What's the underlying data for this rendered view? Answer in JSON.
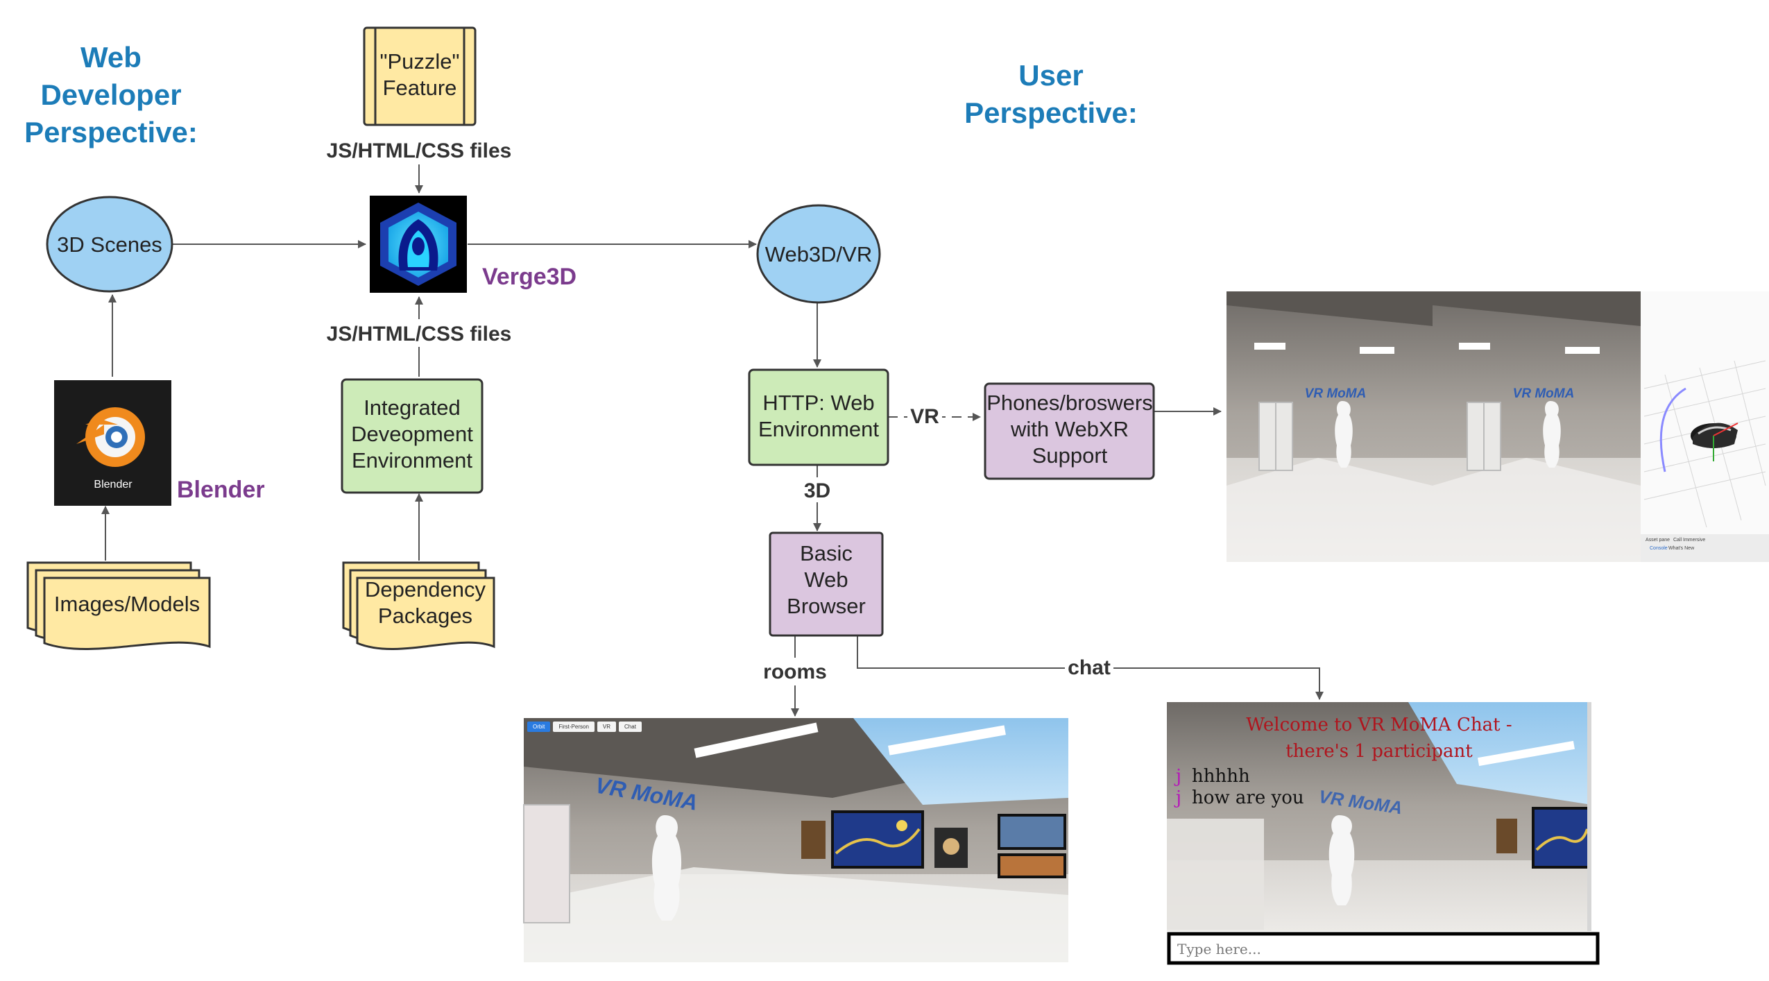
{
  "headings": {
    "web_developer": [
      "Web",
      "Developer",
      "Perspective:"
    ],
    "user": [
      "User",
      "Perspective:"
    ]
  },
  "nodes": {
    "puzzle": [
      "\"Puzzle\"",
      "Feature"
    ],
    "scenes": "3D Scenes",
    "verge3d": "Verge3D",
    "web3d": "Web3D/VR",
    "blender_logo": "Blender",
    "blender": "Blender",
    "ide": [
      "Integrated",
      "Deveopment",
      "Environment"
    ],
    "http": [
      "HTTP: Web",
      "Environment"
    ],
    "phones": [
      "Phones/broswers",
      "with WebXR",
      "Support"
    ],
    "images": "Images/Models",
    "dependency": [
      "Dependency",
      "Packages"
    ],
    "browser": [
      "Basic",
      "Web",
      "Browser"
    ]
  },
  "edge_labels": {
    "js_top": "JS/HTML/CSS files",
    "js_bottom": "JS/HTML/CSS files",
    "vr": "VR",
    "three_d": "3D",
    "rooms": "rooms",
    "chat": "chat"
  },
  "screens": {
    "vr_sign": "VR MoMA",
    "tabs": [
      "Orbit",
      "First-Person",
      "VR",
      "Chat"
    ],
    "editor_panel": [
      "Asset pane",
      "Call Immersive",
      "Console",
      "What's New"
    ]
  },
  "chat": {
    "welcome": [
      "Welcome to VR MoMA Chat -",
      "there's 1 participant"
    ],
    "messages": [
      {
        "user": "j",
        "text": "hhhhh"
      },
      {
        "user": "j",
        "text": "how are you"
      }
    ],
    "placeholder": "Type here..."
  },
  "colors": {
    "perspective_heading": "#1c7cb8",
    "brand_label": "#7b3b8d",
    "oval_fill": "#9fd1f3",
    "green_fill": "#cdebb8",
    "purple_fill": "#dbc6df",
    "yellow_fill": "#ffe9a3",
    "chat_welcome": "#b0141d",
    "chat_user": "#b516b8"
  }
}
